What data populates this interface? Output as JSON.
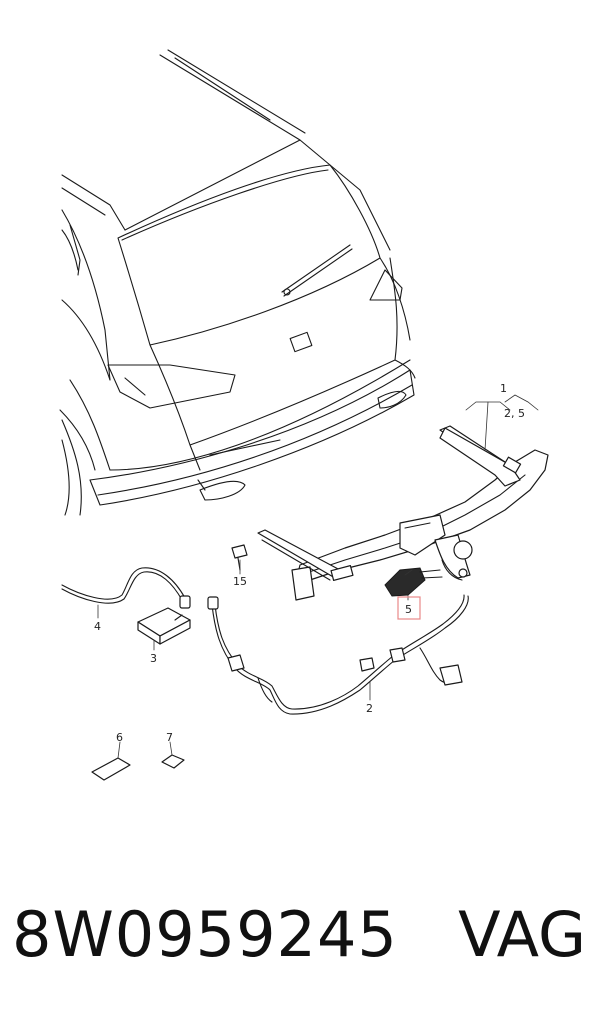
{
  "diagram": {
    "callouts": {
      "c1": "1",
      "c1_sub": "2, 5",
      "c2": "2",
      "c3": "3",
      "c4": "4",
      "c5": "5",
      "c6": "6",
      "c7": "7",
      "c15": "15"
    },
    "highlight_color": "#e88888"
  },
  "footer": {
    "part_number": "8W0959245",
    "brand": "VAG"
  }
}
